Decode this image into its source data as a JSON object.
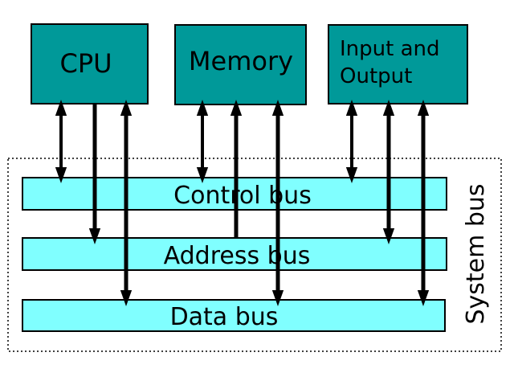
{
  "components": {
    "cpu": "CPU",
    "memory": "Memory",
    "io_line1": "Input and",
    "io_line2": "Output"
  },
  "buses": {
    "control": "Control bus",
    "address": "Address bus",
    "data": "Data bus",
    "system": "System bus"
  },
  "colors": {
    "component_fill": "#009999",
    "bus_fill": "#80ffff",
    "stroke": "#000000"
  }
}
